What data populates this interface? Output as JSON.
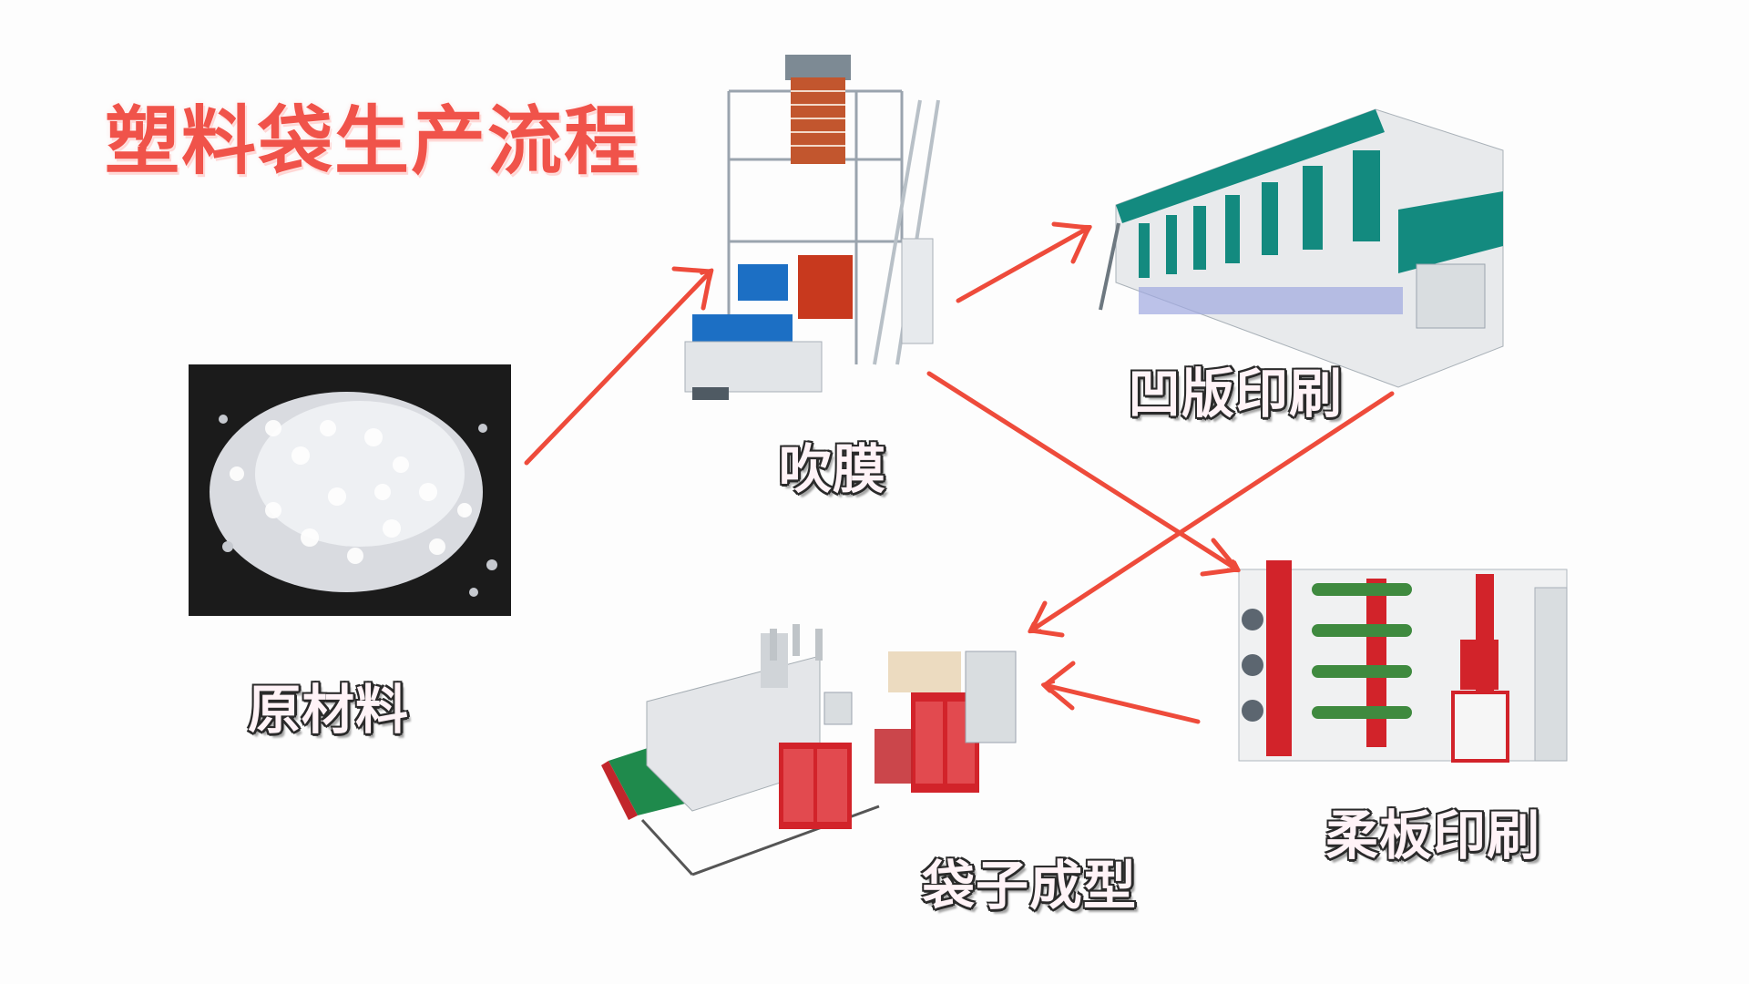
{
  "title": "塑料袋生产流程",
  "steps": {
    "raw": "原材料",
    "blow": "吹膜",
    "gravure": "凹版印刷",
    "flexo": "柔板印刷",
    "bag": "袋子成型"
  },
  "colors": {
    "title": "#f0534a",
    "arrow": "#ee4b3b",
    "machine_red": "#d2232a",
    "machine_teal": "#138a7f",
    "machine_blue": "#1c6fc4"
  },
  "icons": {
    "raw": "plastic-pellets-photo",
    "blow": "film-blowing-machine-photo",
    "gravure": "gravure-printing-machine-photo",
    "flexo": "flexographic-printing-machine-photo",
    "bag": "bag-making-machine-photo"
  }
}
